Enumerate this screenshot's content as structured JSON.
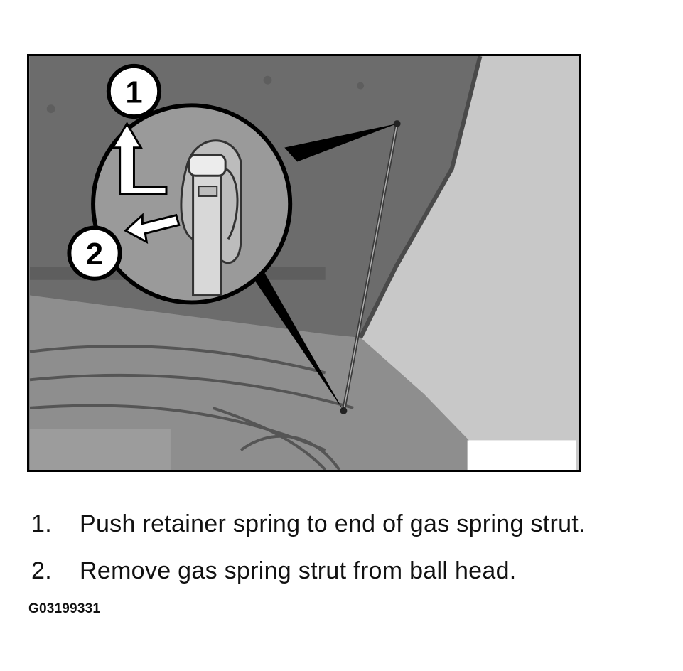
{
  "illustration": {
    "subject": "hood-gas-spring-strut",
    "callouts": [
      {
        "label": "1"
      },
      {
        "label": "2"
      }
    ],
    "colors": {
      "background": "#7d7d7d",
      "open_sky_panel": "#c8c8c8",
      "callout_fill": "#ffffff",
      "outline": "#000000"
    }
  },
  "steps": [
    {
      "number": "1.",
      "text": "Push retainer spring to end of gas spring strut."
    },
    {
      "number": "2.",
      "text": "Remove gas spring strut from ball head."
    }
  ],
  "figure_id": "G03199331"
}
